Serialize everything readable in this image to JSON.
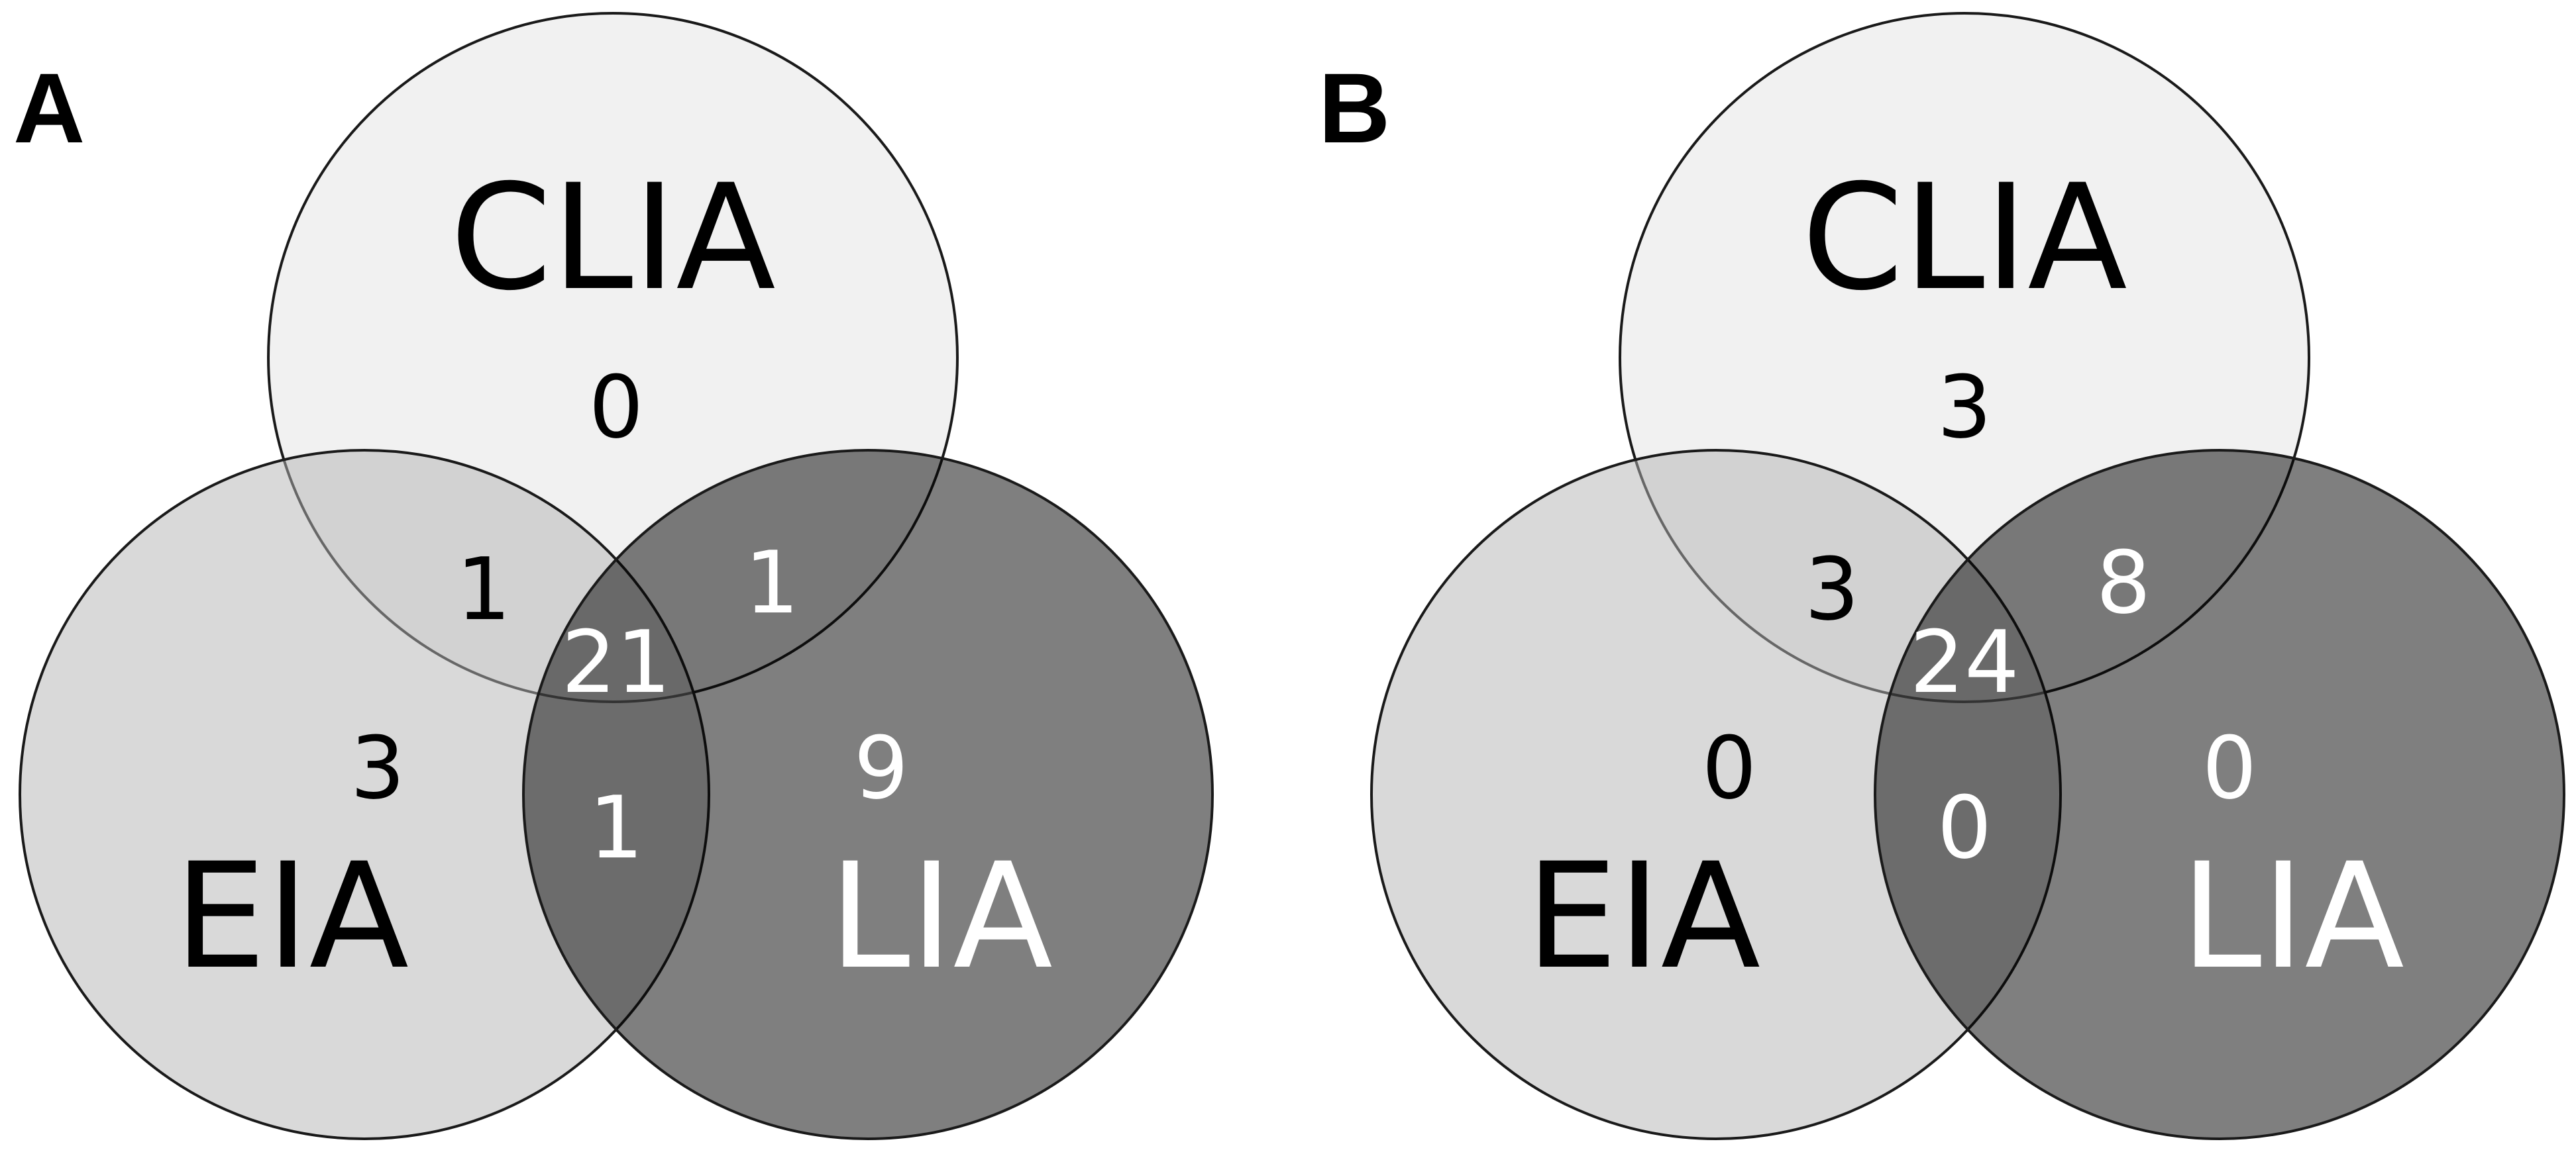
{
  "panels": [
    {
      "letter": "A",
      "sets": {
        "top": "CLIA",
        "left": "EIA",
        "right": "LIA"
      },
      "counts": {
        "only_top": "0",
        "top_left": "1",
        "top_right": "1",
        "all_three": "21",
        "only_left": "3",
        "only_right": "9",
        "left_right": "1"
      }
    },
    {
      "letter": "B",
      "sets": {
        "top": "CLIA",
        "left": "EIA",
        "right": "LIA"
      },
      "counts": {
        "only_top": "3",
        "top_left": "3",
        "top_right": "8",
        "all_three": "24",
        "only_left": "0",
        "only_right": "0",
        "left_right": "0"
      }
    }
  ],
  "colors": {
    "top_fill": "#d9d9d9",
    "left_fill": "#b3b3b3",
    "right_fill": "#000000",
    "outline": "#1a1a1a",
    "dark_text": "#000000",
    "light_text": "#ffffff"
  }
}
